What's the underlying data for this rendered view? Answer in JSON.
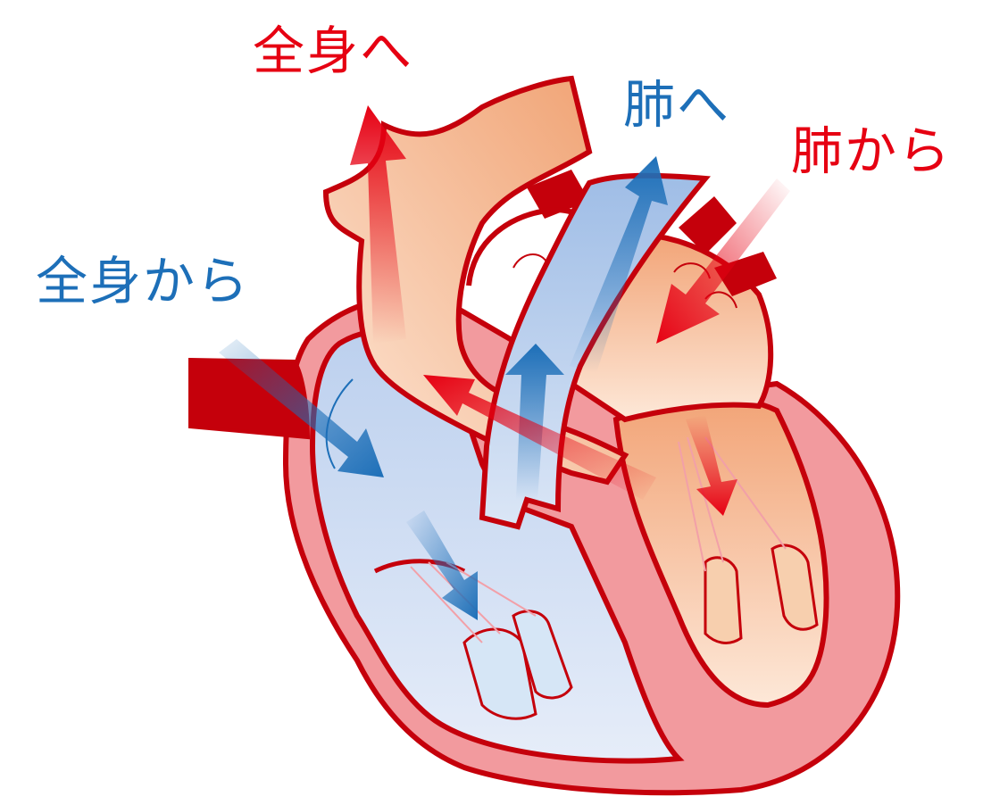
{
  "colors": {
    "oxygenated": "#e60012",
    "deoxygenated": "#1d6fb8",
    "outline": "#c5000b",
    "muscle": "#f29a9e",
    "right_side_fill": "#d5e1f3",
    "left_side_fill": "#f6c9a8",
    "background": "#ffffff"
  },
  "labels": {
    "to_body": {
      "text": "全身へ",
      "kind": "oxygenated"
    },
    "to_lungs": {
      "text": "肺へ",
      "kind": "deoxygenated"
    },
    "from_lungs": {
      "text": "肺から",
      "kind": "oxygenated"
    },
    "from_body": {
      "text": "全身から",
      "kind": "deoxygenated"
    }
  },
  "arrows": [
    {
      "name": "aorta-outflow-arrow",
      "kind": "oxygenated",
      "icon": "arrow-up"
    },
    {
      "name": "pulmonary-outflow-arrow",
      "kind": "deoxygenated",
      "icon": "arrow-up"
    },
    {
      "name": "pulmonary-vein-inflow-arrow",
      "kind": "oxygenated",
      "icon": "arrow-down-left"
    },
    {
      "name": "vena-cava-inflow-arrow",
      "kind": "deoxygenated",
      "icon": "arrow-down-right"
    }
  ]
}
